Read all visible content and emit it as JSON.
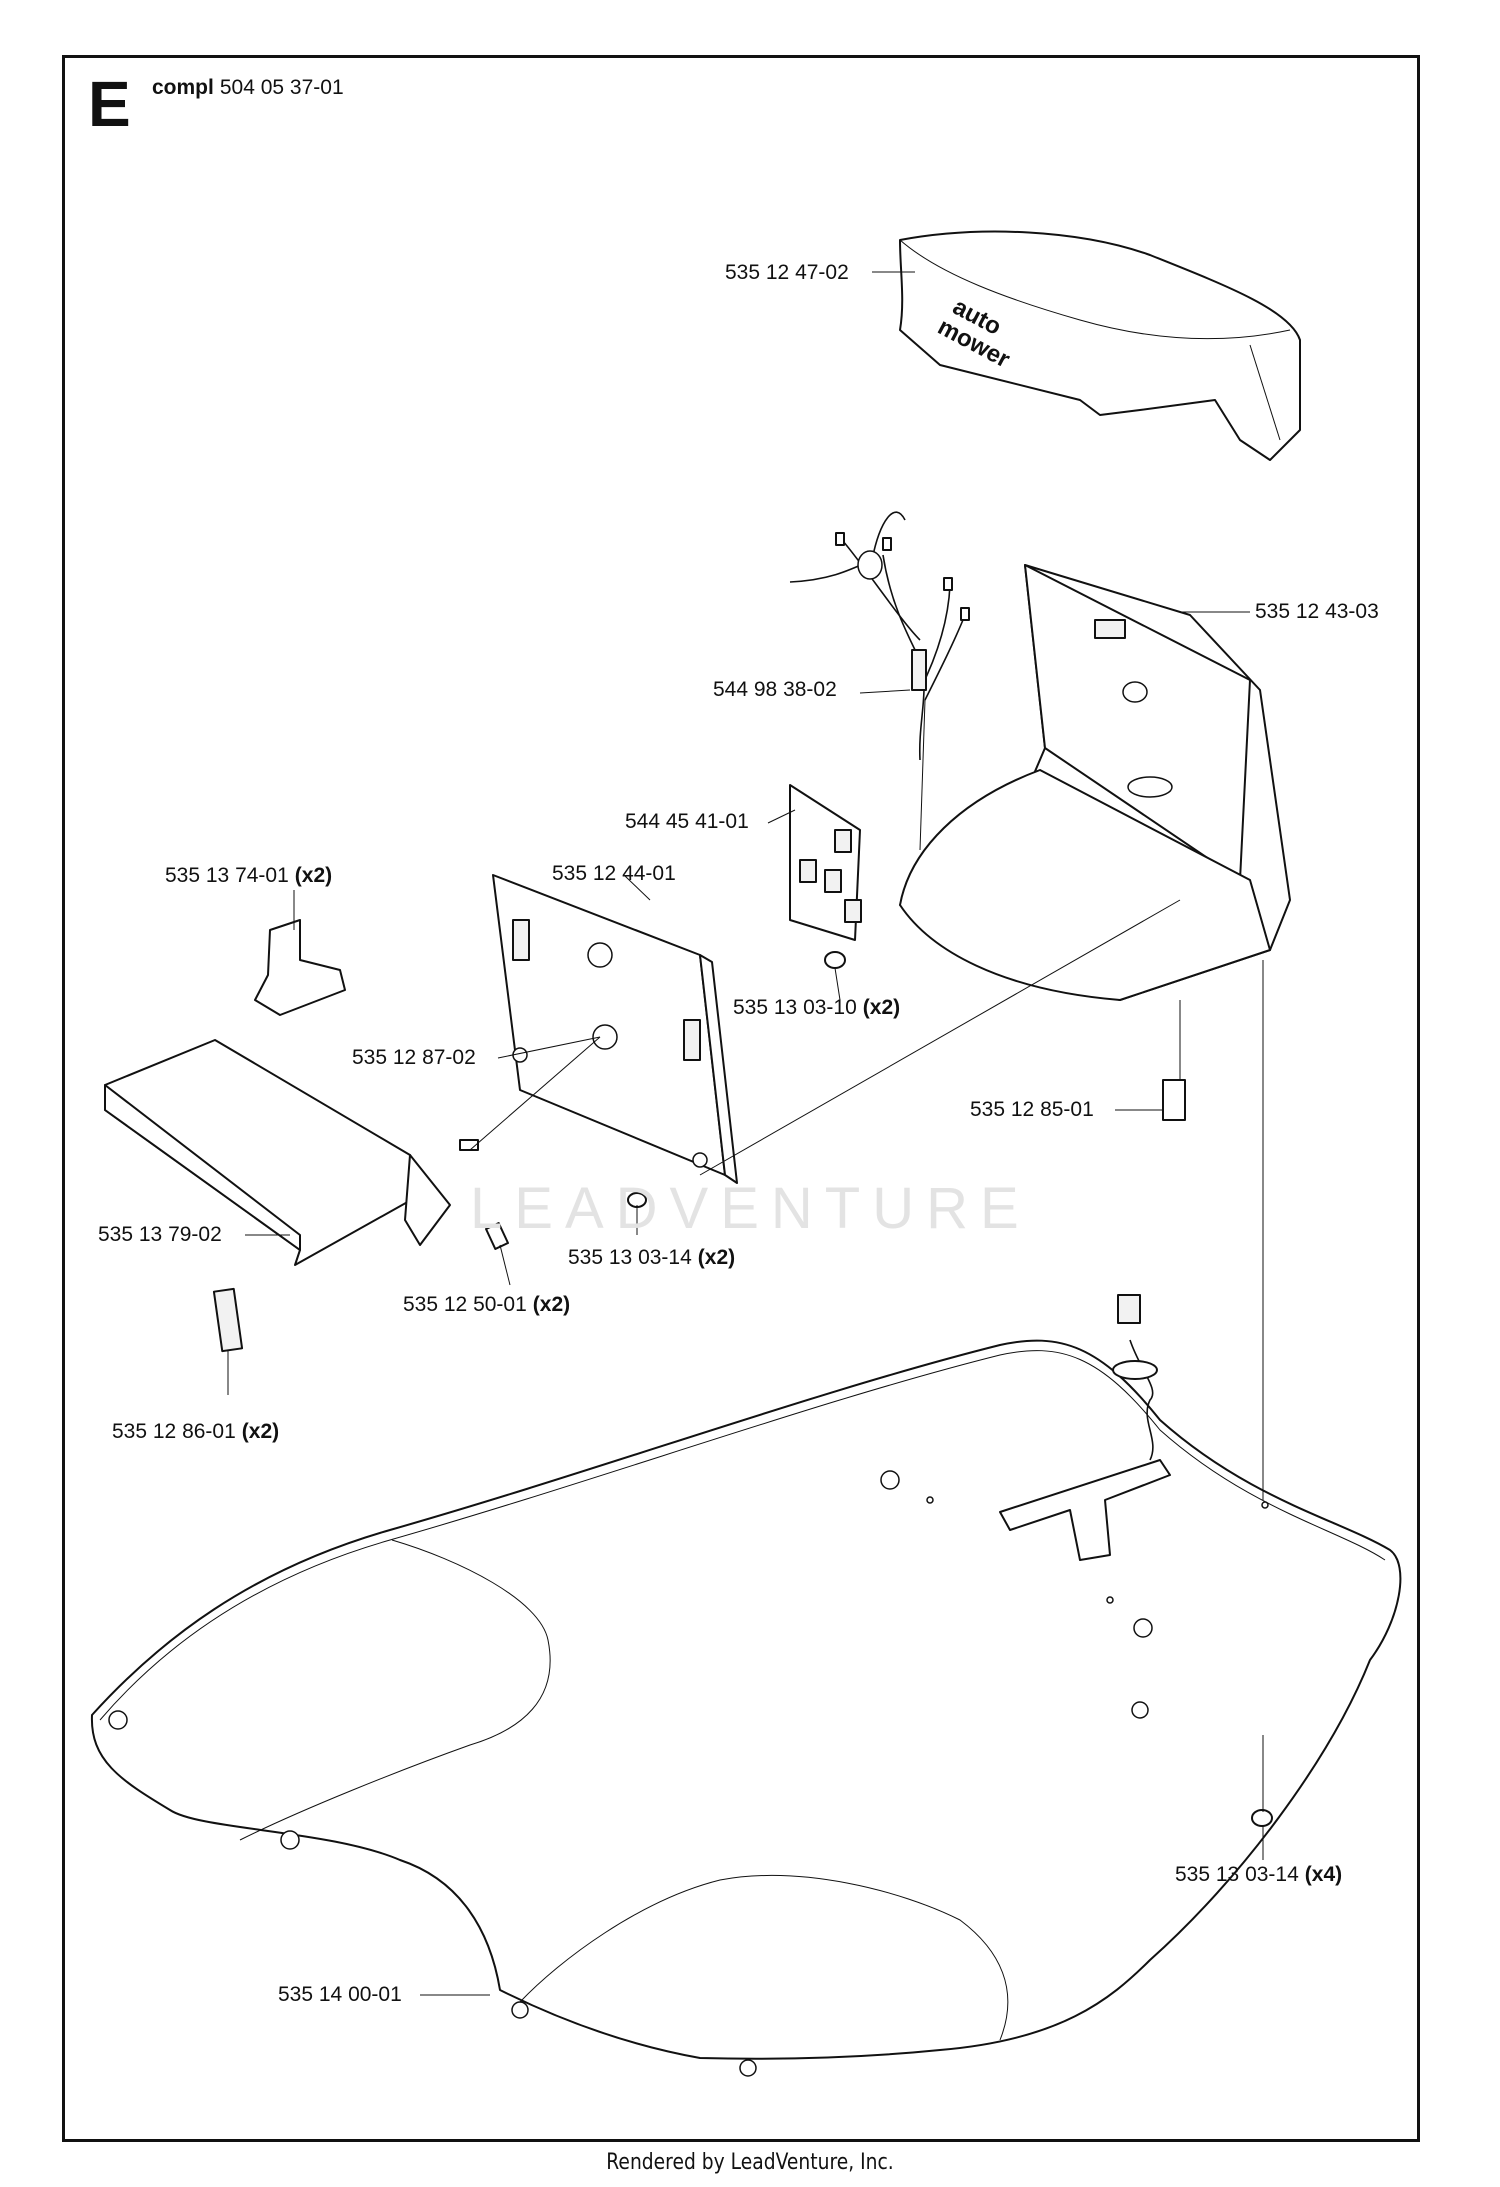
{
  "header": {
    "section": "E",
    "compl_keyword": "compl",
    "compl_number": "504 05 37-01"
  },
  "cover_logo": {
    "line1": "auto",
    "line2": "mower"
  },
  "watermark": "LEADVENTURE",
  "footer": "Rendered by LeadVenture, Inc.",
  "parts": [
    {
      "id": "cover",
      "number": "535 12 47-02",
      "qty": ""
    },
    {
      "id": "housing",
      "number": "535 12 43-03",
      "qty": ""
    },
    {
      "id": "cable-harness",
      "number": "544 98 38-02",
      "qty": ""
    },
    {
      "id": "circuit-board",
      "number": "544 45 41-01",
      "qty": ""
    },
    {
      "id": "clip",
      "number": "535 13 74-01",
      "qty": "(x2)"
    },
    {
      "id": "back-plate",
      "number": "535 12 44-01",
      "qty": ""
    },
    {
      "id": "screw-board",
      "number": "535 13 03-10",
      "qty": "(x2)"
    },
    {
      "id": "pin",
      "number": "535 12 87-02",
      "qty": ""
    },
    {
      "id": "connector",
      "number": "535 12 85-01",
      "qty": ""
    },
    {
      "id": "guide-plate",
      "number": "535 13 79-02",
      "qty": ""
    },
    {
      "id": "screw-plate",
      "number": "535 13 03-14",
      "qty": "(x2)"
    },
    {
      "id": "sleeve",
      "number": "535 12 50-01",
      "qty": "(x2)"
    },
    {
      "id": "contact-strip",
      "number": "535 12 86-01",
      "qty": "(x2)"
    },
    {
      "id": "screw-base",
      "number": "535 13 03-14",
      "qty": "(x4)"
    },
    {
      "id": "base-plate",
      "number": "535 14 00-01",
      "qty": ""
    }
  ]
}
